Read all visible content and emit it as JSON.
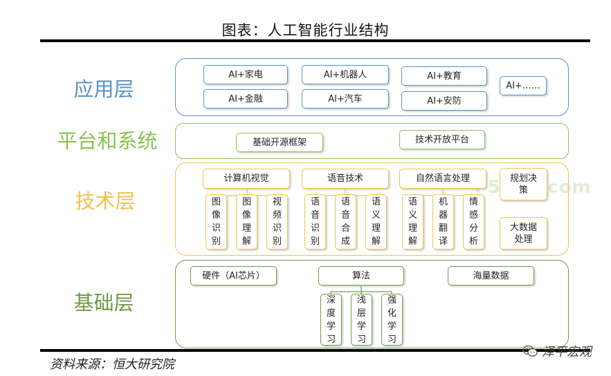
{
  "title": "图表：人工智能行业结构",
  "source": "资料来源：恒大研究院",
  "brand": "泽平宏观",
  "watermark": "F50yh.com",
  "colors": {
    "application": "#5b8fc9",
    "platform": "#8cc152",
    "technology": "#f2c14e",
    "foundation": "#6f9a48"
  },
  "layers": {
    "application": {
      "label": "应用层",
      "items": [
        "AI+家电",
        "AI+金融",
        "AI+机器人",
        "AI+汽车",
        "AI+教育",
        "AI+安防",
        "AI+……"
      ]
    },
    "platform": {
      "label": "平台和系统",
      "items": [
        "基础开源框架",
        "技术开放平台"
      ]
    },
    "technology": {
      "label": "技术层",
      "groups": [
        {
          "name": "计算机视觉",
          "children": [
            "图像识别",
            "图像理解",
            "视频识别"
          ]
        },
        {
          "name": "语音技术",
          "children": [
            "语音识别",
            "语音合成",
            "语义理解"
          ]
        },
        {
          "name": "自然语言处理",
          "children": [
            "语义理解",
            "机器翻译",
            "情感分析"
          ]
        }
      ],
      "extras": [
        "规划决策",
        "大数据处理"
      ]
    },
    "foundation": {
      "label": "基础层",
      "hardware": "硬件（AI芯片）",
      "algorithm": {
        "name": "算法",
        "children": [
          "深度学习",
          "浅层学习",
          "强化学习"
        ]
      },
      "data": "海量数据"
    }
  }
}
